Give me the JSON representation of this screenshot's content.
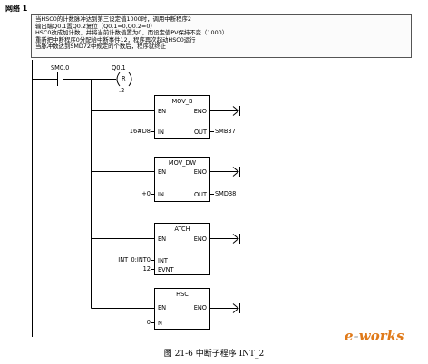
{
  "network_title": "网络 1",
  "comment_lines": [
    "当HSC0的计数脉冲达到第三设定值1000时，调用中断程序2",
    "输出端Q0.1置Q0.2复位（Q0.1=0,Q0.2=0）",
    "HSC0改成加计数，并将当前计数值置为0，而设定值PV保持不变（1000）",
    "重新把中断程序0分配给中断事件12，程序再次起动HSC0运行",
    "当脉冲数达到SMD72中规定的个数后，程序就终止"
  ],
  "contacts": {
    "sm_label": "SM0.0",
    "coil_address": "Q0.1",
    "coil_type": "R",
    "coil_count": ".2"
  },
  "blocks": [
    {
      "title": "MOV_B",
      "en": "EN",
      "eno": "ENO",
      "in_pin": "IN",
      "out_pin": "OUT",
      "in_val": "16#D8",
      "out_val": "SMB37"
    },
    {
      "title": "MOV_DW",
      "en": "EN",
      "eno": "ENO",
      "in_pin": "IN",
      "out_pin": "OUT",
      "in_val": "+0",
      "out_val": "SMD38"
    },
    {
      "title": "ATCH",
      "en": "EN",
      "eno": "ENO",
      "pin1": "INT",
      "pin2": "EVNT",
      "val1": "INT_0:INT0",
      "val2": "12"
    },
    {
      "title": "HSC",
      "en": "EN",
      "eno": "ENO",
      "pin1": "N",
      "val1": "0"
    }
  ],
  "caption": "图 21-6   中断子程序 INT_2",
  "logo": {
    "prefix": "e",
    "dash": "-",
    "text": "works"
  }
}
